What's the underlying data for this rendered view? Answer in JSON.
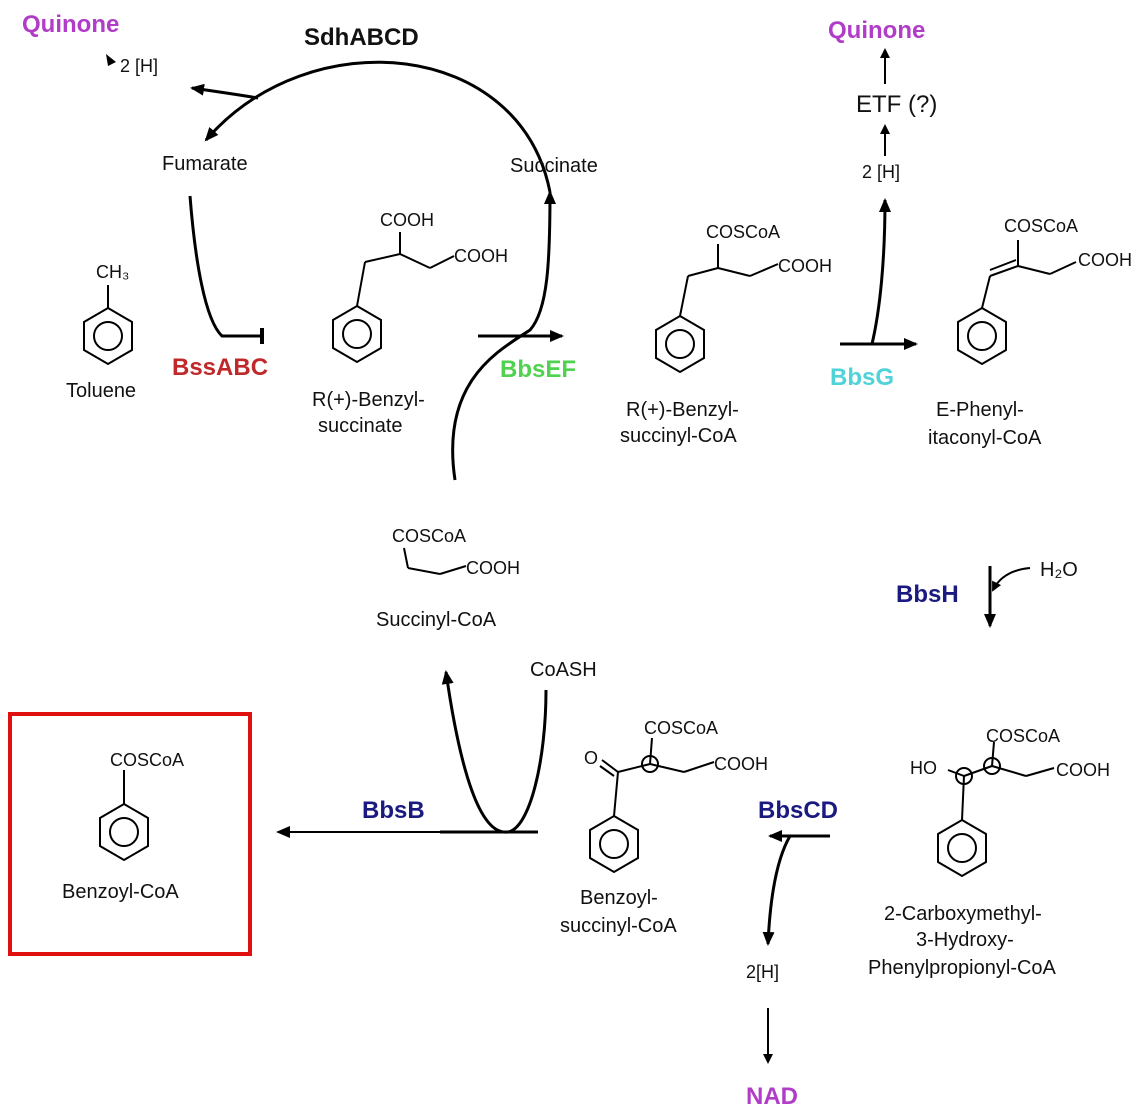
{
  "colors": {
    "quinone": "#b03cc8",
    "bssABC": "#c0282a",
    "bbsEF": "#4fd24f",
    "bbsG": "#4fd2d8",
    "enzyme_blue": "#1a1a80",
    "highlight": "#e01010"
  },
  "labels": {
    "quinone_left": "Quinone",
    "quinone_right": "Quinone",
    "two_h_left": "2 [H]",
    "two_h_right": "2 [H]",
    "two_h_bottom": "2[H]",
    "sdh": "SdhABCD",
    "fumarate": "Fumarate",
    "succinate": "Succinate",
    "etf": "ETF (?)",
    "nad": "NAD",
    "coash": "CoASH",
    "water": "H₂O"
  },
  "enzymes": {
    "bssABC": "BssABC",
    "bbsEF": "BbsEF",
    "bbsG": "BbsG",
    "bbsH": "BbsH",
    "bbsCD": "BbsCD",
    "bbsB": "BbsB"
  },
  "compounds": {
    "toluene": {
      "name": "Toluene",
      "group": "CH₃"
    },
    "benzylsuccinate": {
      "name_1": "R(+)-Benzyl-",
      "name_2": "succinate",
      "g1": "COOH",
      "g2": "COOH"
    },
    "benzylsuccinyl_coa": {
      "name_1": "R(+)-Benzyl-",
      "name_2": "succinyl-CoA",
      "g1": "COSCoA",
      "g2": "COOH"
    },
    "phenylitaconyl_coa": {
      "name_1": "E-Phenyl-",
      "name_2": "itaconyl-CoA",
      "g1": "COSCoA",
      "g2": "COOH"
    },
    "succinyl_coa": {
      "name": "Succinyl-CoA",
      "g1": "COSCoA",
      "g2": "COOH"
    },
    "hydroxy": {
      "name_1": "2-Carboxymethyl-",
      "name_2": "3-Hydroxy-",
      "name_3": "Phenylpropionyl-CoA",
      "g1": "COSCoA",
      "g2": "COOH",
      "g3": "HO"
    },
    "benzoylsuccinyl_coa": {
      "name_1": "Benzoyl-",
      "name_2": "succinyl-CoA",
      "g1": "COSCoA",
      "g2": "COOH",
      "g3": "O"
    },
    "benzoyl_coa": {
      "name": "Benzoyl-CoA",
      "g1": "COSCoA"
    }
  }
}
